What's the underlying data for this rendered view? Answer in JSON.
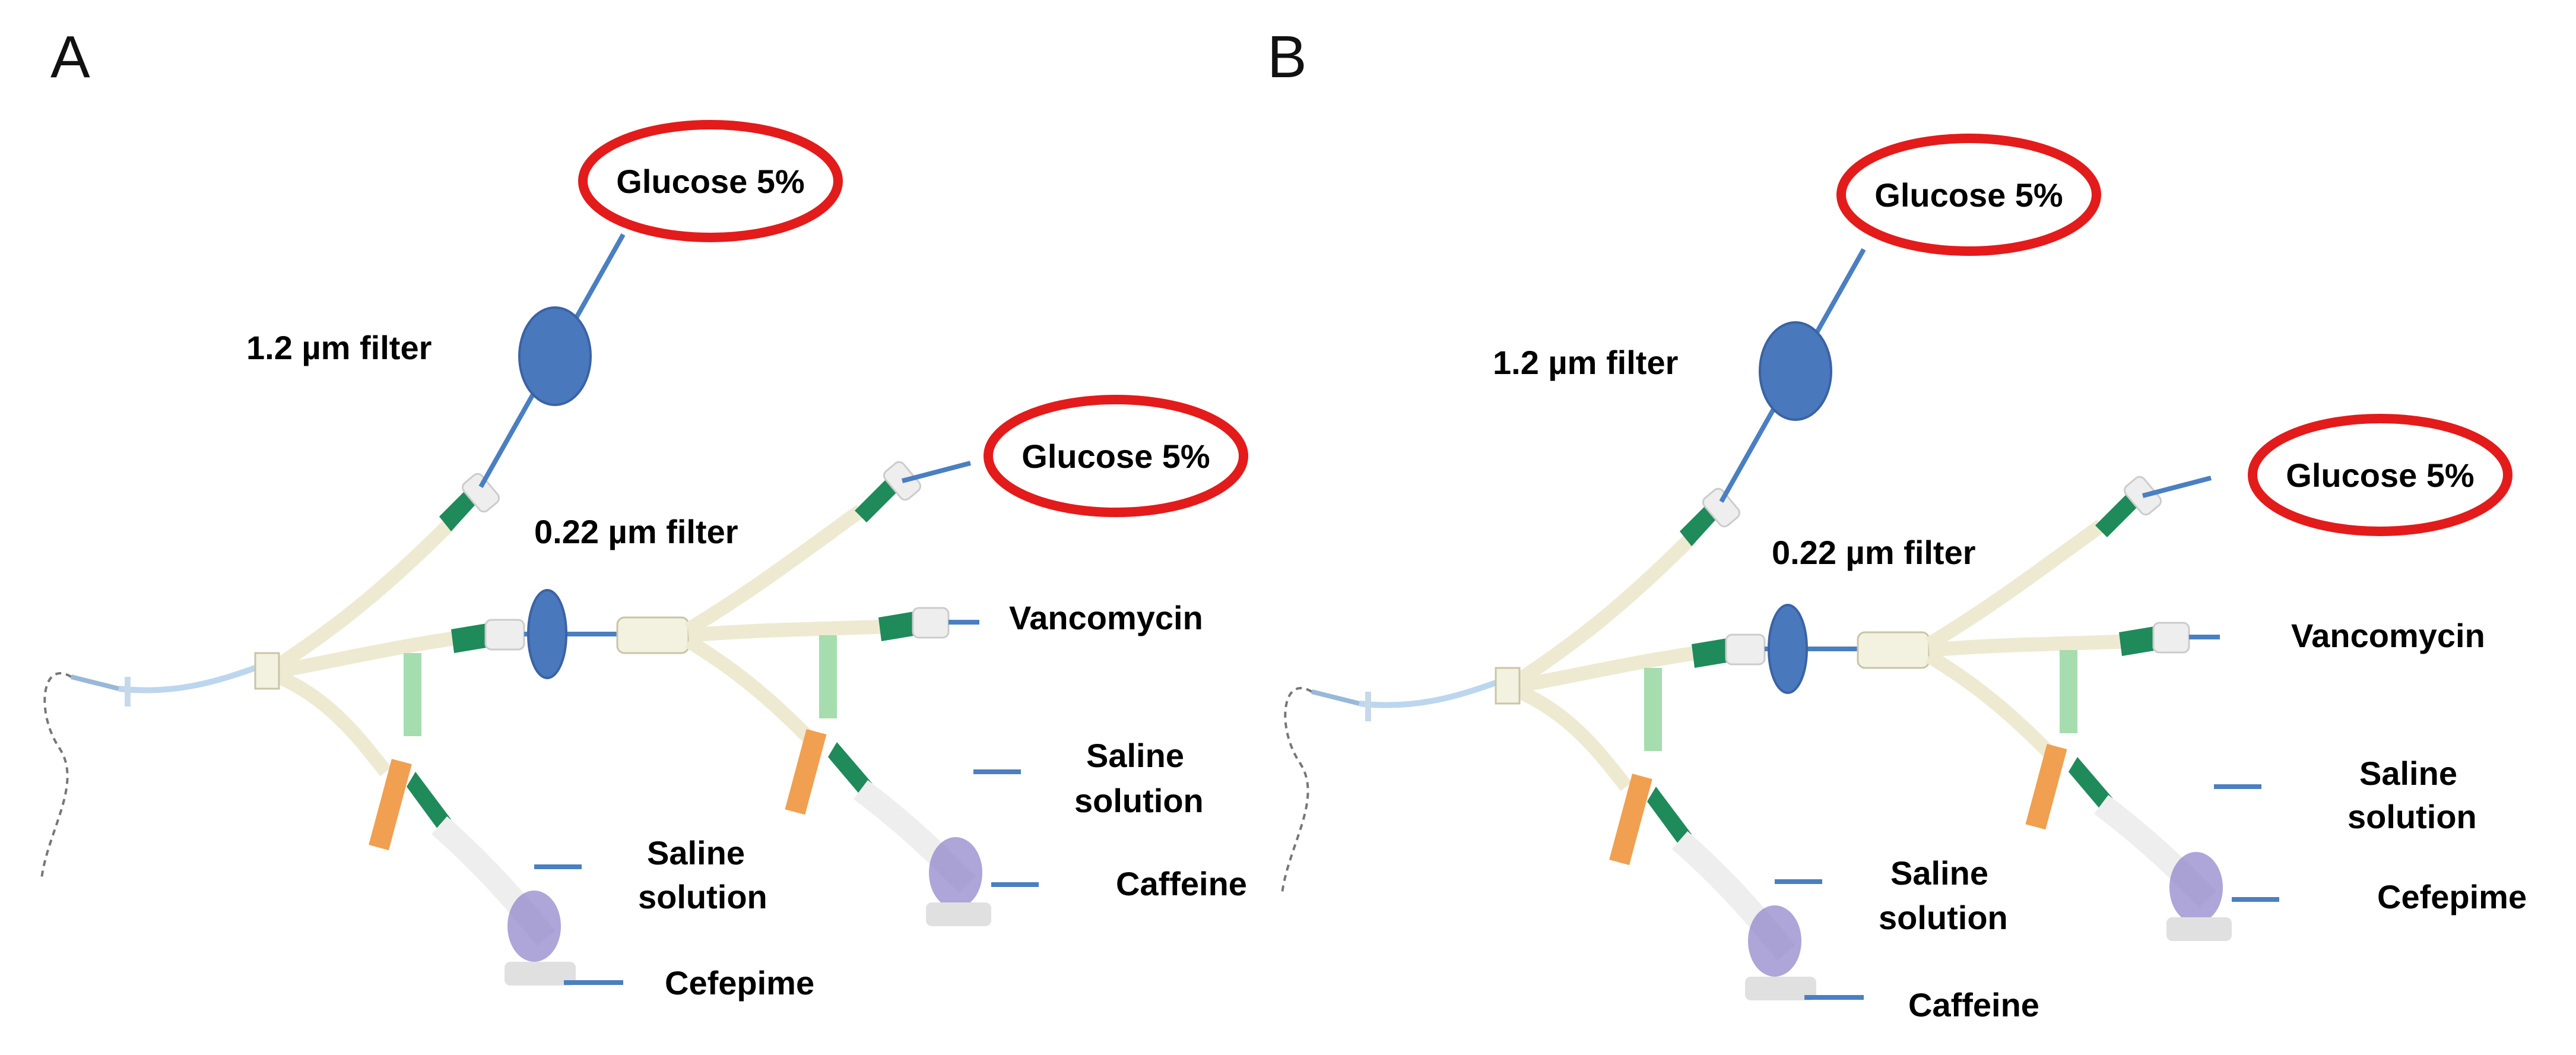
{
  "panels": [
    {
      "letter": "A",
      "labels": {
        "glucose_top": "Glucose 5%",
        "filter_1_2": "1.2 µm filter",
        "filter_0_22": "0.22 µm filter",
        "glucose_right": "Glucose 5%",
        "vancomycin": "Vancomycin",
        "saline_right_1": "Saline",
        "saline_right_2": "solution",
        "drug_right": "Caffeine",
        "saline_bottom_1": "Saline",
        "saline_bottom_2": "solution",
        "drug_bottom": "Cefepime"
      }
    },
    {
      "letter": "B",
      "labels": {
        "glucose_top": "Glucose 5%",
        "filter_1_2": "1.2 µm filter",
        "filter_0_22": "0.22 µm filter",
        "glucose_right": "Glucose 5%",
        "vancomycin": "Vancomycin",
        "saline_right_1": "Saline",
        "saline_right_2": "solution",
        "drug_right": "Cefepime",
        "saline_bottom_1": "Saline",
        "saline_bottom_2": "solution",
        "drug_bottom": "Caffeine"
      }
    }
  ],
  "colors": {
    "highlight_ring": "#e31b1b",
    "line": "#4a7fc1",
    "filter": "#4a78bd",
    "connector_green": "#1f8a5a",
    "connector_orange": "#f0a050",
    "tubing": "#f3f1df"
  }
}
